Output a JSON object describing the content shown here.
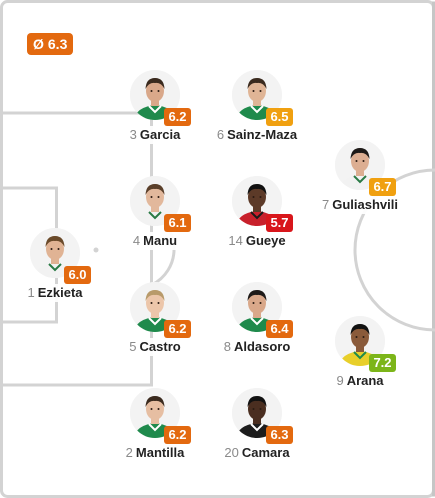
{
  "team_average": {
    "symbol": "Ø",
    "value": "6.3",
    "color": "#e3690f"
  },
  "rating_colors": {
    "6.2": "#e3690f",
    "6.5": "#f0a010",
    "6.7": "#f0a010",
    "6.1": "#e3690f",
    "5.7": "#d8161b",
    "6.0": "#e3690f",
    "6.4": "#e3690f",
    "7.2": "#7cb519",
    "6.3": "#e3690f"
  },
  "players": [
    {
      "number": "3",
      "name": "Garcia",
      "rating": "6.2",
      "kit": "green",
      "skin": "#d9a88a",
      "hair": "#3a2a1e"
    },
    {
      "number": "6",
      "name": "Sainz-Maza",
      "rating": "6.5",
      "kit": "green",
      "skin": "#e0b596",
      "hair": "#3a2a1e"
    },
    {
      "number": "7",
      "name": "Guliashvili",
      "rating": "6.7",
      "kit": "white",
      "skin": "#dcae92",
      "hair": "#1e1a18"
    },
    {
      "number": "4",
      "name": "Manu",
      "rating": "6.1",
      "kit": "white",
      "skin": "#e2b89c",
      "hair": "#5a3f2a"
    },
    {
      "number": "14",
      "name": "Gueye",
      "rating": "5.7",
      "kit": "red",
      "skin": "#5c3a28",
      "hair": "#111111"
    },
    {
      "number": "1",
      "name": "Ezkieta",
      "rating": "6.0",
      "kit": "white",
      "skin": "#e0b394",
      "hair": "#6a4a2a"
    },
    {
      "number": "5",
      "name": "Castro",
      "rating": "6.2",
      "kit": "green",
      "skin": "#ecc6aa",
      "hair": "#b89a6a"
    },
    {
      "number": "8",
      "name": "Aldasoro",
      "rating": "6.4",
      "kit": "green",
      "skin": "#d9a88a",
      "hair": "#1e1a18"
    },
    {
      "number": "9",
      "name": "Arana",
      "rating": "7.2",
      "kit": "yellow",
      "skin": "#8a5a3a",
      "hair": "#111111"
    },
    {
      "number": "2",
      "name": "Mantilla",
      "rating": "6.2",
      "kit": "green",
      "skin": "#e6bea2",
      "hair": "#3a2a1e"
    },
    {
      "number": "20",
      "name": "Camara",
      "rating": "6.3",
      "kit": "black",
      "skin": "#4a2e20",
      "hair": "#111111"
    }
  ]
}
